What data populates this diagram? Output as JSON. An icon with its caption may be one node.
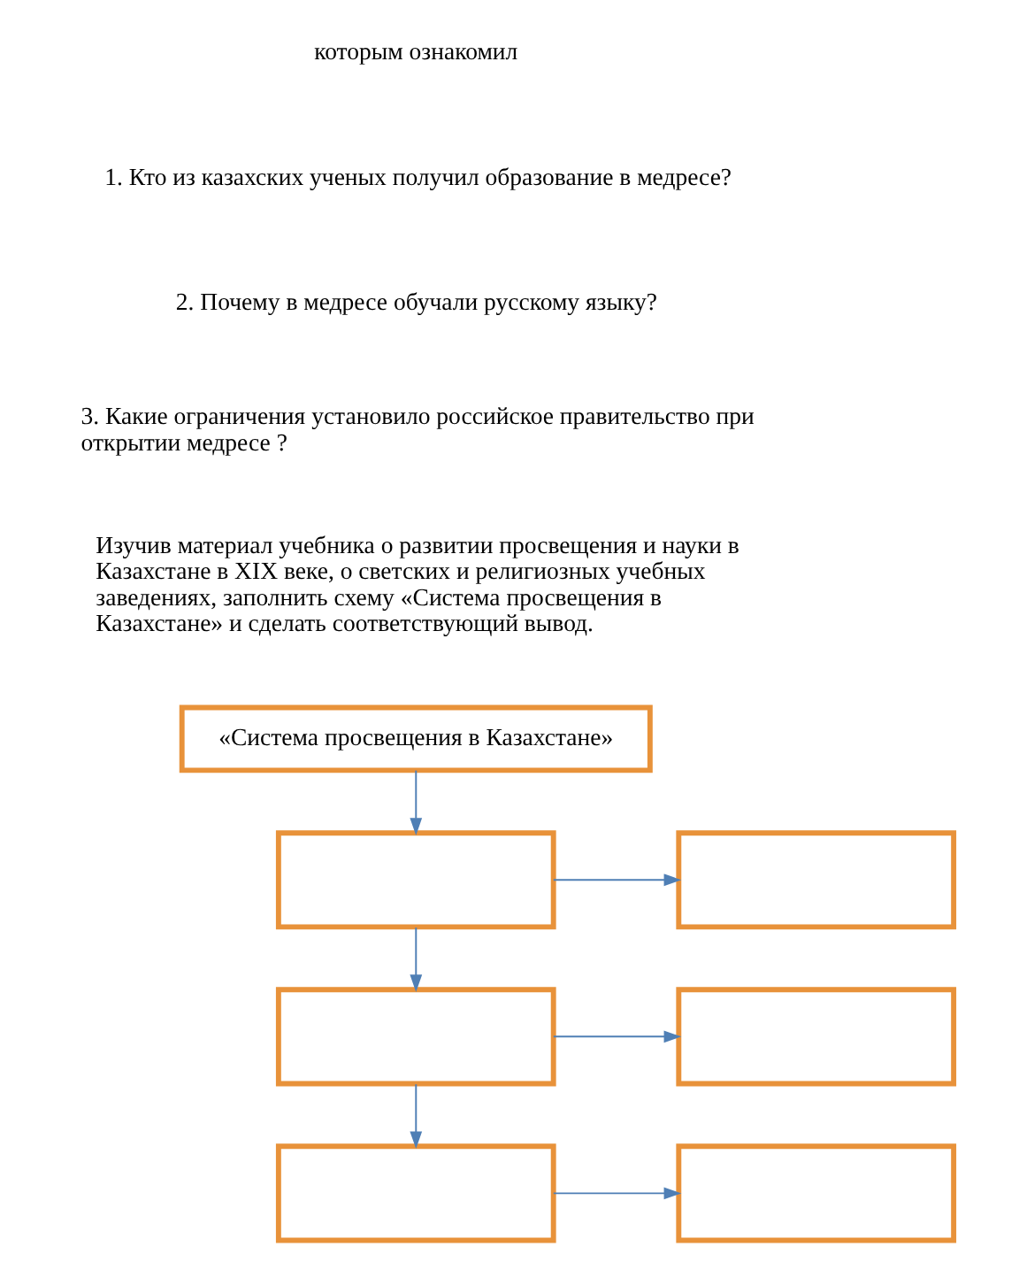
{
  "diagram": {
    "nodes": [
      {
        "text": [
          "«Система просвещения в Казахстане»"
        ]
      },
      {
        "text": [],
        "shape": "box"
      },
      {
        "text": [],
        "shape": "box"
      },
      {
        "text": [],
        "shape": "box"
      },
      {
        "text": [],
        "shape": "box"
      },
      {
        "text": [],
        "shape": "box"
      },
      {
        "text": [],
        "shape": "box"
      }
    ],
    "edges": [
      {
        "from": 0,
        "to": 1,
        "arrow": "to"
      },
      {
        "from": 1,
        "to": 2,
        "arrow": "to"
      },
      {
        "from": 1,
        "to": 3,
        "arrow": "to"
      },
      {
        "from": 3,
        "to": 4,
        "arrow": "to"
      },
      {
        "from": 3,
        "to": 5,
        "arrow": "to"
      },
      {
        "from": 5,
        "to": 6,
        "arrow": "to"
      }
    ],
    "labels": [
      "которым ознакомил",
      "1. Кто из казахских ученых получил образование в медресе?",
      "2. Почему в медресе обучали русскому языку?",
      "3. Какие ограничения установило российское правительство при открытии медресе ?",
      "Изучив материал учебника о развитии просвещения и науки в Казахстане в XIX веке, о светских и религиозных учебных заведениях, заполнить схему «Система просвещения в Казахстане» и сделать соответствующий вывод."
    ]
  }
}
